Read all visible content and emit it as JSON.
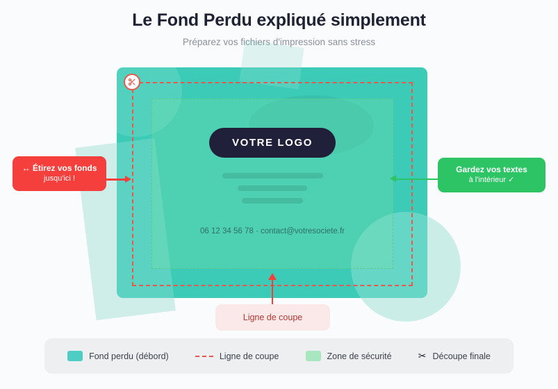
{
  "header": {
    "title": "Le Fond Perdu expliqué simplement",
    "subtitle": "Préparez vos fichiers d'impression sans stress"
  },
  "card": {
    "logo_label": "VOTRE LOGO",
    "contact": "06 12 34 56 78 · contact@votresociete.fr",
    "scissors_icon": "scissors-icon"
  },
  "callouts": {
    "left": {
      "line1": "↔ Étirez vos fonds",
      "line2": "jusqu'ici !",
      "color": "#F43F3C"
    },
    "right": {
      "line1": "Gardez vos textes",
      "line2": "à l'intérieur ✓",
      "color": "#2CC464"
    },
    "bottom": {
      "line1": "Ligne de coupe",
      "color": "#FBE8E8",
      "text_color": "#B03A35"
    }
  },
  "legend": {
    "items": [
      {
        "label": "Fond perdu (débord)",
        "type": "swatch",
        "color": "#4ECDC4"
      },
      {
        "label": "Ligne de coupe",
        "type": "dash",
        "color": "#E8584D"
      },
      {
        "label": "Zone de sécurité",
        "type": "swatch",
        "color": "#A8E6C0"
      },
      {
        "label": "Découpe finale",
        "type": "icon",
        "glyph": "✂",
        "color": "#1F2233"
      }
    ]
  },
  "colors": {
    "page_background": "#FAFBFC",
    "bleed_teal": "#3BCBB6",
    "safety_green": "#78E2AA",
    "cut_red": "#E8584D",
    "logo_navy": "#20203A"
  }
}
